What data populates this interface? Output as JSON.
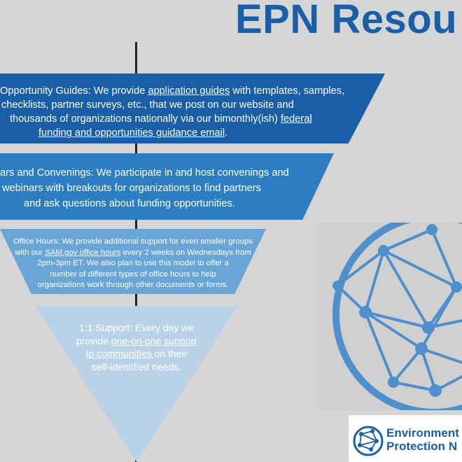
{
  "header": {
    "title": "EPN Resou"
  },
  "funnel": {
    "level1": {
      "line1_pre": "Opportunity Guides: We provide ",
      "line1_link": "application guides",
      "line1_post": " with templates, samples,",
      "line2": "checklists, partner surveys, etc., that we post on our website and",
      "line3_pre": "thousands of organizations nationally via our bimonthly(ish) ",
      "line3_link": "federal",
      "line4_link": "funding and opportunities guidance email",
      "line4_post": "."
    },
    "level2": {
      "line1": "ars and Convenings: We participate in and host convenings and",
      "line2": "webinars with breakouts for organizations to find partners",
      "line3": "and ask questions about funding opportunities."
    },
    "level3": {
      "line1": "Office Hours: We provide additional support for  even  smaller groups",
      "line2_pre": "with our ",
      "line2_link": "SAM.gov office hours",
      "line2_post": " every 2 weeks on Wednesdays from",
      "line3": "2pm-3pm ET. We also plan to use this model to offer a",
      "line4": "number of different types of office hours to help",
      "line5": "organizations work through other documents or forms."
    },
    "level4": {
      "line1": "1:1 Support: Every day we",
      "line2_pre": "provide ",
      "line2_link": "one-on-one support",
      "line3_link": " to communities ",
      "line3_post": "on their",
      "line4": "self-identified needs."
    }
  },
  "logo": {
    "line1": "Environment",
    "line2": "Protection N"
  },
  "colors": {
    "background": "#d5d5d5",
    "title": "#1b5ea8",
    "band1": "#1b5ea8",
    "band2": "#2d7dc2",
    "band3": "#69a5d6",
    "band4": "#b9d2e7",
    "network": "#4f8fcb"
  },
  "icons": {
    "network": "globe-network-icon",
    "logo": "globe-logo-icon"
  }
}
